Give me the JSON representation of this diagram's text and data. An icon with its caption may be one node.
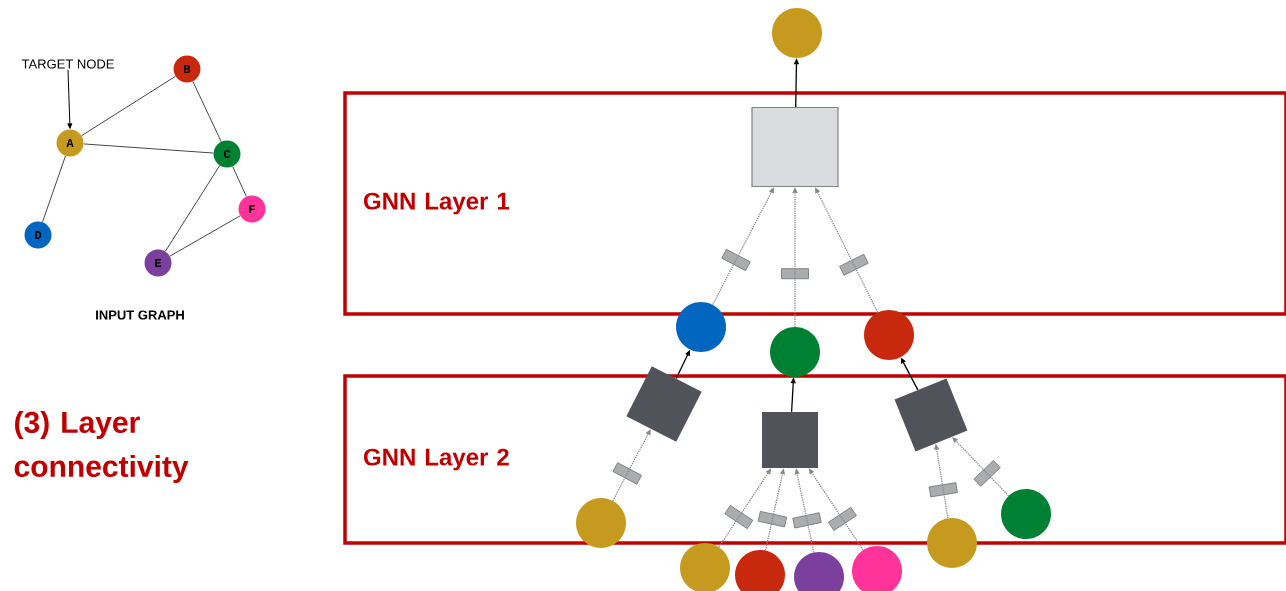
{
  "diagram": {
    "nodes": [
      {
        "text": [
          "TARGET NODE"
        ]
      },
      {
        "text": [
          "A"
        ]
      },
      {
        "text": [
          "B"
        ]
      },
      {
        "text": [
          "C"
        ]
      },
      {
        "text": [
          "D"
        ]
      },
      {
        "text": [
          "E"
        ]
      },
      {
        "text": [
          "F"
        ]
      },
      {
        "text": [
          "GNN Layer 1"
        ]
      },
      {
        "text": [
          "GNN Layer 2"
        ]
      },
      {
        "text": [],
        "shape": "circle"
      },
      {
        "text": [],
        "shape": "box",
        "in": 7
      },
      {
        "text": [],
        "shape": "circle"
      },
      {
        "text": [],
        "shape": "circle"
      },
      {
        "text": [],
        "shape": "circle"
      },
      {
        "text": [],
        "shape": "box",
        "in": 8
      },
      {
        "text": [],
        "shape": "box",
        "in": 8
      },
      {
        "text": [],
        "shape": "box",
        "in": 8
      },
      {
        "text": [],
        "shape": "circle"
      },
      {
        "text": [],
        "shape": "circle"
      },
      {
        "text": [],
        "shape": "circle"
      },
      {
        "text": [],
        "shape": "circle"
      },
      {
        "text": [],
        "shape": "circle"
      },
      {
        "text": [],
        "shape": "circle"
      },
      {
        "text": [],
        "shape": "circle",
        "in": 8
      }
    ],
    "edges": [
      {
        "from": 0,
        "to": 1,
        "arrow": "to",
        "color": "#000000"
      },
      {
        "from": 1,
        "to": 2,
        "arrow": "none"
      },
      {
        "from": 1,
        "to": 3,
        "arrow": "none"
      },
      {
        "from": 1,
        "to": 4,
        "arrow": "none"
      },
      {
        "from": 2,
        "to": 3,
        "arrow": "none"
      },
      {
        "from": 3,
        "to": 5,
        "arrow": "none"
      },
      {
        "from": 3,
        "to": 6,
        "arrow": "none"
      },
      {
        "from": 5,
        "to": 6,
        "arrow": "none"
      },
      {
        "from": 10,
        "to": 9,
        "arrow": "to",
        "color": "#000000"
      },
      {
        "from": 11,
        "to": 10,
        "arrow": "to",
        "style": "dashed",
        "color": "#888888"
      },
      {
        "from": 12,
        "to": 10,
        "arrow": "to",
        "style": "dashed",
        "color": "#888888"
      },
      {
        "from": 13,
        "to": 10,
        "arrow": "to",
        "style": "dashed",
        "color": "#888888"
      },
      {
        "from": 14,
        "to": 11,
        "arrow": "to",
        "color": "#000000"
      },
      {
        "from": 15,
        "to": 12,
        "arrow": "to",
        "color": "#000000"
      },
      {
        "from": 16,
        "to": 13,
        "arrow": "to",
        "color": "#000000"
      },
      {
        "from": 17,
        "to": 14,
        "arrow": "to",
        "style": "dashed",
        "color": "#888888"
      },
      {
        "from": 18,
        "to": 15,
        "arrow": "to",
        "style": "dashed",
        "color": "#888888"
      },
      {
        "from": 19,
        "to": 15,
        "arrow": "to",
        "style": "dashed",
        "color": "#888888"
      },
      {
        "from": 20,
        "to": 15,
        "arrow": "to",
        "style": "dashed",
        "color": "#888888"
      },
      {
        "from": 21,
        "to": 15,
        "arrow": "to",
        "style": "dashed",
        "color": "#888888"
      },
      {
        "from": 22,
        "to": 16,
        "arrow": "to",
        "style": "dashed",
        "color": "#888888"
      },
      {
        "from": 23,
        "to": 16,
        "arrow": "to",
        "style": "dashed",
        "color": "#888888"
      }
    ],
    "labels": [
      "INPUT GRAPH",
      "(3) Layer connectivity"
    ]
  }
}
